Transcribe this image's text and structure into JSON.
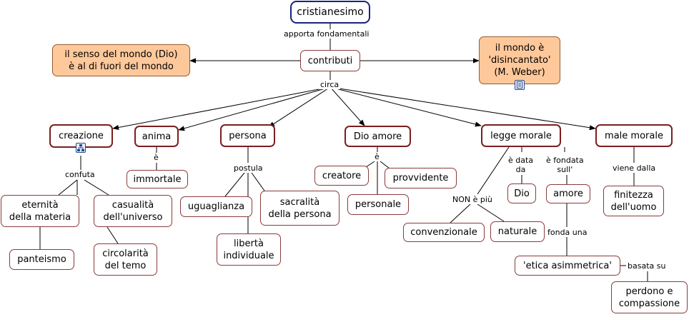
{
  "nodes": {
    "cristianesimo": "cristianesimo",
    "contributi": "contributi",
    "senso_mondo": "il senso del mondo (Dio)\nè al di fuori del mondo",
    "mondo_disincantato": "il mondo è\n'disincantato'\n(M. Weber)",
    "creazione": "creazione",
    "anima": "anima",
    "persona": "persona",
    "dio_amore": "Dio amore",
    "legge_morale": "legge morale",
    "male_morale": "male morale",
    "immortale": "immortale",
    "eternita": "eternità\ndella materia",
    "casualita": "casualità\ndell'universo",
    "panteismo": "panteismo",
    "circolarita": "circolarità\ndel temo",
    "uguaglianza": "uguaglianza",
    "sacralita": "sacralità\ndella persona",
    "liberta": "libertà\nindividuale",
    "creatore": "creatore",
    "provvidente": "provvidente",
    "personale": "personale",
    "convenzionale": "convenzionale",
    "naturale": "naturale",
    "dio": "Dio",
    "amore": "amore",
    "etica": "'etica asimmetrica'",
    "perdono": "perdono e\ncompassione",
    "finitezza": "finitezza\ndell'uomo"
  },
  "links": {
    "apporta": "apporta fondamentali",
    "circa": "circa",
    "confuta": "confuta",
    "e_anima": "è",
    "postula": "postula",
    "e_dio": "è",
    "non_e_piu": "NON è più",
    "e_data_da": "è data\nda",
    "e_fondata": "è fondata\nsull'",
    "fonda_una": "fonda una",
    "basata_su": "basata su",
    "viene_dalla": "viene dalla"
  },
  "icons": {
    "attach_document": "document-icon",
    "attach_diagram": "diagram-icon"
  }
}
